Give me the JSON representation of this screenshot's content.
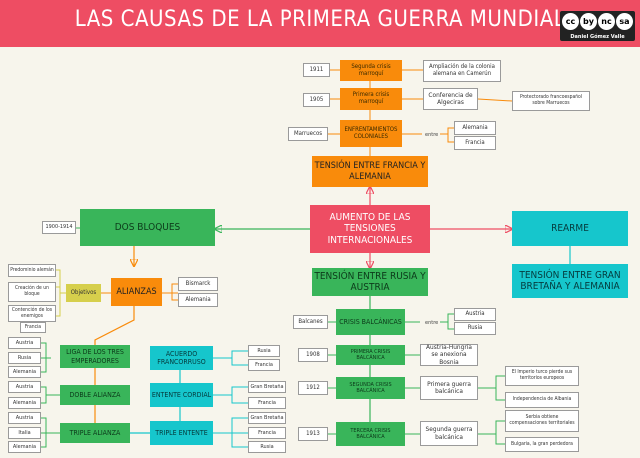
{
  "header": {
    "title": "LAS CAUSAS DE LA PRIMERA GUERRA MUNDIAL",
    "license_icons": [
      "cc",
      "by",
      "nc",
      "sa"
    ],
    "license_text": "cc by nc sa",
    "author": "Daniel Gómez Valle"
  },
  "colors": {
    "red": "#ee4d63",
    "orange": "#f98b0b",
    "green": "#39b55a",
    "teal": "#16c6cc",
    "yellow": "#d6cf4c"
  },
  "central": "AUMENTO DE LAS TENSIONES INTERNACIONALES",
  "france_germany": {
    "tension": "TENSIÓN ENTRE FRANCIA Y ALEMANIA",
    "year_1911": "1911",
    "crisis2": "Segunda crisis marroquí",
    "crisis2_result": "Ampliación de la colonia alemana en Camerún",
    "year_1905": "1905",
    "crisis1": "Primera crisis marroquí",
    "crisis1_result": "Conferencia de Algeciras",
    "crisis1_result2": "Protectorado francoespañol sobre Marruecos",
    "colonial": "ENFRENTAMIENTOS COLONIALES",
    "marruecos": "Marruecos",
    "entre": "entre",
    "alemania": "Alemania",
    "francia": "Francia"
  },
  "blocs": {
    "title": "DOS BLOQUES",
    "years": "1900-1914",
    "alianzas": "ALIANZAS",
    "objetivos": "Objetivos",
    "obj1": "Predominio alemán",
    "obj2": "Creación de un bloque",
    "obj3": "Contención de los enemigos",
    "obj3b": "Francia",
    "bismarck": "Bismarck",
    "alemania": "Alemania",
    "liga": "LIGA DE LOS TRES EMPERADORES",
    "liga_members": [
      "Austria",
      "Rusia",
      "Alemania"
    ],
    "acuerdo": "ACUERDO FRANCORRUSO",
    "acuerdo_members": [
      "Rusia",
      "Francia"
    ],
    "doble": "DOBLE ALIANZA",
    "doble_members": [
      "Austria",
      "Alemania"
    ],
    "entente_cordial": "ENTENTE CORDIAL",
    "entente_members": [
      "Gran Bretaña",
      "Francia"
    ],
    "triple": "TRIPLE ALIANZA",
    "triple_members": [
      "Austria",
      "Italia",
      "Alemania"
    ],
    "triple_entente": "TRIPLE ENTENTE",
    "triple_entente_members": [
      "Gran Bretaña",
      "Francia",
      "Rusia"
    ]
  },
  "rearme": {
    "title": "REARME",
    "tension": "TENSIÓN ENTRE GRAN BRETAÑA Y ALEMANIA"
  },
  "russia_austria": {
    "tension": "TENSIÓN ENTRE RUSIA Y AUSTRIA",
    "balcanes": "Balcanes",
    "crisis": "CRISIS BALCÁNICAS",
    "entre": "entre",
    "austria": "Austria",
    "rusia": "Rusia",
    "year_1908": "1908",
    "c1": "PRIMERA CRISIS BALCÁNICA",
    "c1_result": "Austria-Hungría se anexiona Bosnia",
    "year_1912": "1912",
    "c2": "SEGUNDA CRISIS BALCÁNICA",
    "c2_result": "Primera guerra balcánica",
    "c2_r1": "El Imperio turco pierde sus territorios europeos",
    "c2_r2": "Independencia de Albania",
    "year_1913": "1913",
    "c3": "TERCERA CRISIS BALCÁNICA",
    "c3_result": "Segunda guerra balcánica",
    "c3_r1": "Serbia obtiene compensaciones territoriales",
    "c3_r2": "Bulgaria, la gran perdedora"
  }
}
